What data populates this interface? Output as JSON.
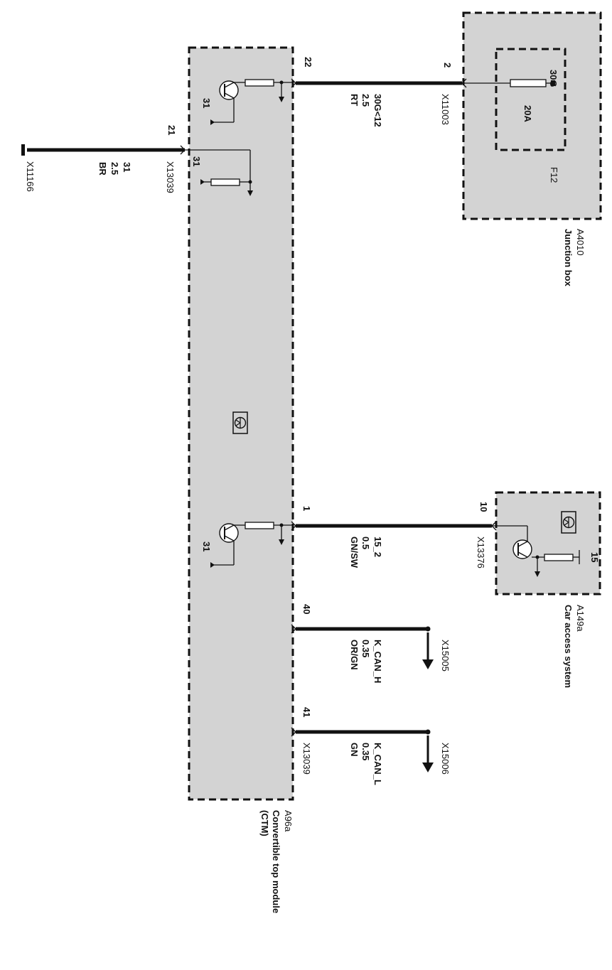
{
  "modules": {
    "ctm": {
      "id": "A96a",
      "name_line1": "Convertible top module",
      "name_line2": "(CTM)"
    },
    "junction_box": {
      "id": "A4010",
      "name": "Junction box",
      "fuse_id": "F12",
      "fuse_terminal": "30G",
      "fuse_rating": "20A"
    },
    "cas": {
      "id": "A149a",
      "name": "Car access system",
      "term_15": "15"
    }
  },
  "wires": {
    "power": {
      "pin_ctm": "22",
      "pin_far": "2",
      "connector_far": "X11003",
      "signal": "30G<12",
      "size": "2.5",
      "color": "RT"
    },
    "ground": {
      "pin_ctm": "21",
      "connector_ctm": "X13039",
      "connector_far": "X11166",
      "signal": "31",
      "size": "2.5",
      "color": "BR"
    },
    "terminal15": {
      "pin_ctm": "1",
      "pin_far": "10",
      "connector_far": "X13376",
      "signal": "15_2",
      "size": "0.5",
      "color": "GN/SW"
    },
    "can_h": {
      "pin_ctm": "40",
      "connector_far": "X15005",
      "signal": "K_CAN_H",
      "size": "0.35",
      "color": "OR/GN"
    },
    "can_l": {
      "pin_ctm": "41",
      "connector_ctm": "X13039",
      "connector_far": "X15006",
      "signal": "K_CAN_L",
      "size": "0.35",
      "color": "GN"
    }
  },
  "internal": {
    "gnd_label": "31"
  }
}
